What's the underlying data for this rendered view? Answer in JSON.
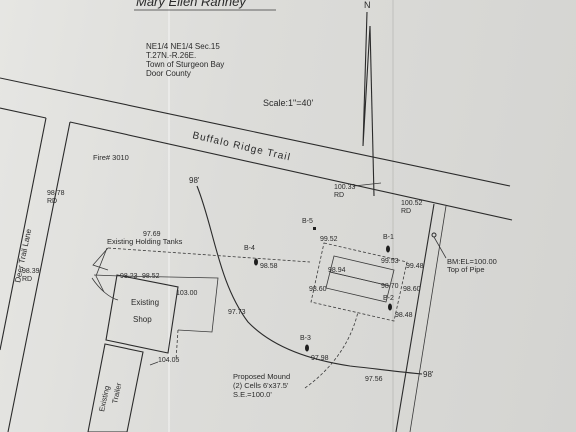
{
  "title": "Mary Ellen Ranney",
  "location": {
    "line1": "NE1/4 NE1/4 Sec.15",
    "line2": "T.27N.-R.26E.",
    "line3": "Town of Sturgeon Bay",
    "line4": "Door County"
  },
  "scale": "Scale:1\"=40'",
  "north": "N",
  "roads": {
    "buffalo_ridge": "Buffalo Ridge Trail",
    "deer_trail": "Deer Trail Lane"
  },
  "fire_number": "Fire# 3010",
  "benchmark": {
    "line1": "BM:EL=100.00",
    "line2": "Top of Pipe"
  },
  "structures": {
    "holding_tanks": "Existing Holding Tanks",
    "shop_line1": "Existing",
    "shop_line2": "Shop",
    "trailer_line1": "Existing",
    "trailer_line2": "Trailer"
  },
  "mound": {
    "line1": "Proposed Mound",
    "line2": "(2) Cells 6'x37.5'",
    "line3": "S.E.=100.0'"
  },
  "borings": {
    "b1": "B-1",
    "b2": "B-2",
    "b3": "B-3",
    "b4": "B-4",
    "b5": "B-5"
  },
  "contours": {
    "c98_left": "98'",
    "c98_right": "98'"
  },
  "elevations": {
    "e_98_78": "98.78",
    "rd1": "RD",
    "e_98_39": "98.39",
    "rd2": "RD",
    "e_100_33": "100.33",
    "rd3": "RD",
    "e_100_52": "100.52",
    "rd4": "RD",
    "e_97_69": "97.69",
    "e_98_23": "98.23",
    "e_98_52a": "98.52",
    "e_103_00": "103.00",
    "e_97_73": "97.73",
    "e_104_05": "104.05",
    "e_98_58": "98.58",
    "e_99_52": "99.52",
    "e_99_53": "99.53",
    "e_99_48": "99.48",
    "e_98_94": "98.94",
    "e_98_70": "98.70",
    "e_98_60a": "98.60",
    "e_98_60b": "98.60",
    "e_98_48": "98.48",
    "e_97_98": "97.98",
    "e_97_56": "97.56"
  }
}
